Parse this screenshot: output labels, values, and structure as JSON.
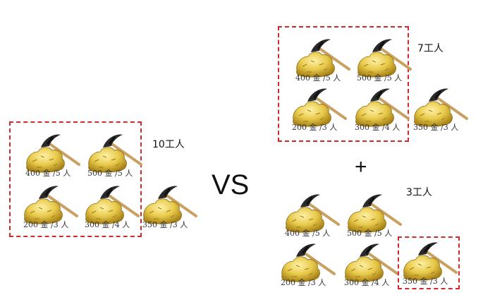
{
  "comparison_symbol": "VS",
  "plus_symbol": "+",
  "colors": {
    "box_border": "#d22a2a",
    "gold": "#e8c94a"
  },
  "left": {
    "workers_label": "10工人",
    "mines": [
      {
        "label": "400 金 /5 人",
        "icon": "gold-mine-pickaxe-icon"
      },
      {
        "label": "500 金 /5 人",
        "icon": "gold-mine-pickaxe-icon"
      },
      {
        "label": "200 金 /3 人",
        "icon": "gold-mine-pickaxe-icon"
      },
      {
        "label": "300 金 /4 人",
        "icon": "gold-mine-pickaxe-icon"
      },
      {
        "label": "350 金 /3 人",
        "icon": "gold-mine-pickaxe-icon"
      }
    ]
  },
  "right_top": {
    "workers_label": "7工人",
    "mines": [
      {
        "label": "400 金 /5 人",
        "icon": "gold-mine-pickaxe-icon"
      },
      {
        "label": "500 金 /5 人",
        "icon": "gold-mine-pickaxe-icon"
      },
      {
        "label": "200 金 /3 人",
        "icon": "gold-mine-pickaxe-icon"
      },
      {
        "label": "300 金 /4 人",
        "icon": "gold-mine-pickaxe-icon"
      },
      {
        "label": "350 金 /3 人",
        "icon": "gold-mine-pickaxe-icon"
      }
    ]
  },
  "right_bottom": {
    "workers_label": "3工人",
    "mines": [
      {
        "label": "400 金 /5 人",
        "icon": "gold-mine-pickaxe-icon"
      },
      {
        "label": "500 金 /5 人",
        "icon": "gold-mine-pickaxe-icon"
      },
      {
        "label": "200 金 /3 人",
        "icon": "gold-mine-pickaxe-icon"
      },
      {
        "label": "300 金 /4 人",
        "icon": "gold-mine-pickaxe-icon"
      },
      {
        "label": "350 金 /3 人",
        "icon": "gold-mine-pickaxe-icon"
      }
    ]
  }
}
